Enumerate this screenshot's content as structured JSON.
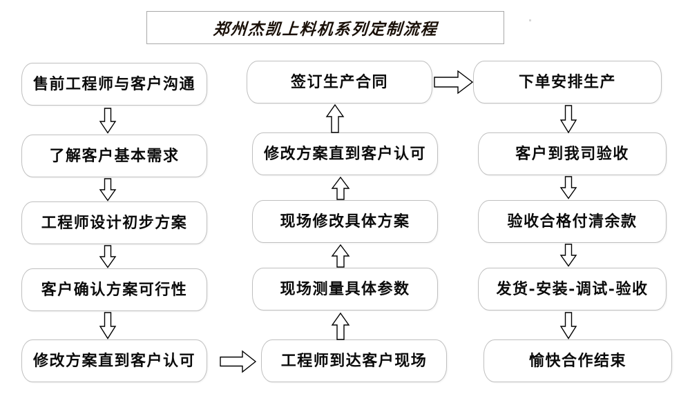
{
  "title": {
    "text": "郑州杰凯上料机系列定制流程"
  },
  "columns": [
    {
      "name": "pre-sales-column",
      "nodes": [
        {
          "label": "售前工程师与客户沟通"
        },
        {
          "label": "了解客户基本需求"
        },
        {
          "label": "工程师设计初步方案"
        },
        {
          "label": "客户确认方案可行性"
        },
        {
          "label": "修改方案直到客户认可"
        }
      ]
    },
    {
      "name": "on-site-column",
      "nodes": [
        {
          "label": "签订生产合同"
        },
        {
          "label": "修改方案直到客户认可"
        },
        {
          "label": "现场修改具体方案"
        },
        {
          "label": "现场测量具体参数"
        },
        {
          "label": "工程师到达客户现场"
        }
      ]
    },
    {
      "name": "production-column",
      "nodes": [
        {
          "label": "下单安排生产"
        },
        {
          "label": "客户到我司验收"
        },
        {
          "label": "验收合格付清余款"
        },
        {
          "label": "发货-安装-调试-验收"
        },
        {
          "label": "愉快合作结束"
        }
      ]
    }
  ],
  "connectors": [
    {
      "name": "arrow-col1-1to2",
      "direction": "down"
    },
    {
      "name": "arrow-col1-2to3",
      "direction": "down"
    },
    {
      "name": "arrow-col1-3to4",
      "direction": "down"
    },
    {
      "name": "arrow-col1-4to5",
      "direction": "down"
    },
    {
      "name": "arrow-col1-to-col2",
      "direction": "right"
    },
    {
      "name": "arrow-col2-5to4",
      "direction": "up"
    },
    {
      "name": "arrow-col2-4to3",
      "direction": "up"
    },
    {
      "name": "arrow-col2-3to2",
      "direction": "up"
    },
    {
      "name": "arrow-col2-2to1",
      "direction": "up"
    },
    {
      "name": "arrow-col2-to-col3",
      "direction": "right"
    },
    {
      "name": "arrow-col3-1to2",
      "direction": "down"
    },
    {
      "name": "arrow-col3-2to3",
      "direction": "down"
    },
    {
      "name": "arrow-col3-3to4",
      "direction": "down"
    },
    {
      "name": "arrow-col3-4to5",
      "direction": "down"
    }
  ],
  "colors": {
    "background": "#ffffff",
    "node_border": "#bfbfbf",
    "title_border": "#a8a8a8",
    "text": "#0b0b0b",
    "arrow_stroke": "#000000"
  }
}
